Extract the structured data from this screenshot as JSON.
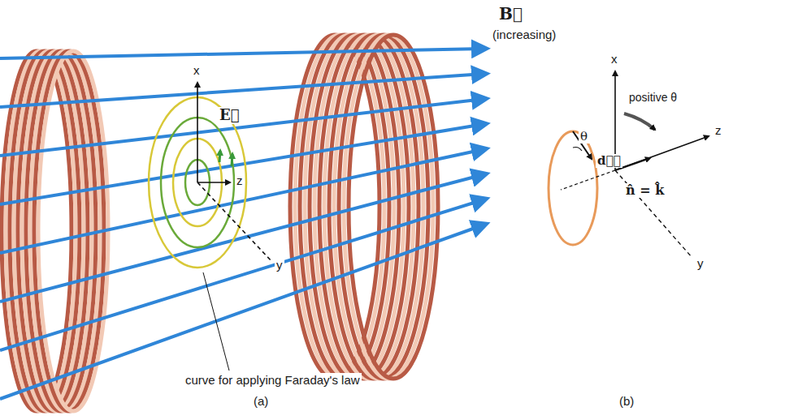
{
  "diagram": {
    "labels": [
      "B⃗",
      "(increasing)",
      "x",
      "E⃗",
      "z",
      "y",
      "curve for applying Faraday's law",
      "(a)",
      "x",
      "positive θ",
      "θ",
      "dℓ⃗",
      "z",
      "n̂ = k̂",
      "y",
      "(b)"
    ]
  }
}
